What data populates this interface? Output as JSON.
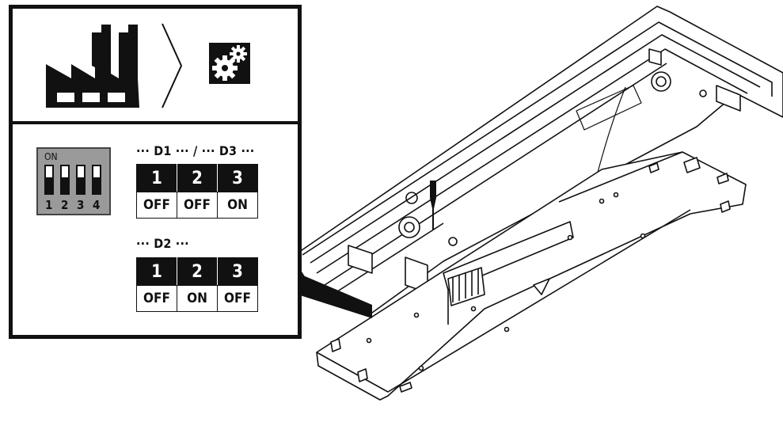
{
  "icons": {
    "factory": "factory-icon",
    "step_arrow": "chevron-right-icon",
    "settings": "gears-icon",
    "dip_switch": "dip-switch-icon",
    "screwdriver": "screwdriver-icon",
    "warning": "warning-triangle-icon"
  },
  "dip_switch": {
    "on_label": "ON",
    "positions": [
      "1",
      "2",
      "3",
      "4"
    ]
  },
  "config_d1_d3": {
    "heading": "··· D1 ··· / ··· D3 ···",
    "switches": [
      "1",
      "2",
      "3"
    ],
    "states": [
      "OFF",
      "OFF",
      "ON"
    ]
  },
  "config_d2": {
    "heading": "··· D2 ···",
    "switches": [
      "1",
      "2",
      "3"
    ],
    "states": [
      "OFF",
      "ON",
      "OFF"
    ]
  },
  "colors": {
    "ink": "#111111",
    "switch_panel": "#9a9a9a",
    "paper": "#ffffff"
  }
}
